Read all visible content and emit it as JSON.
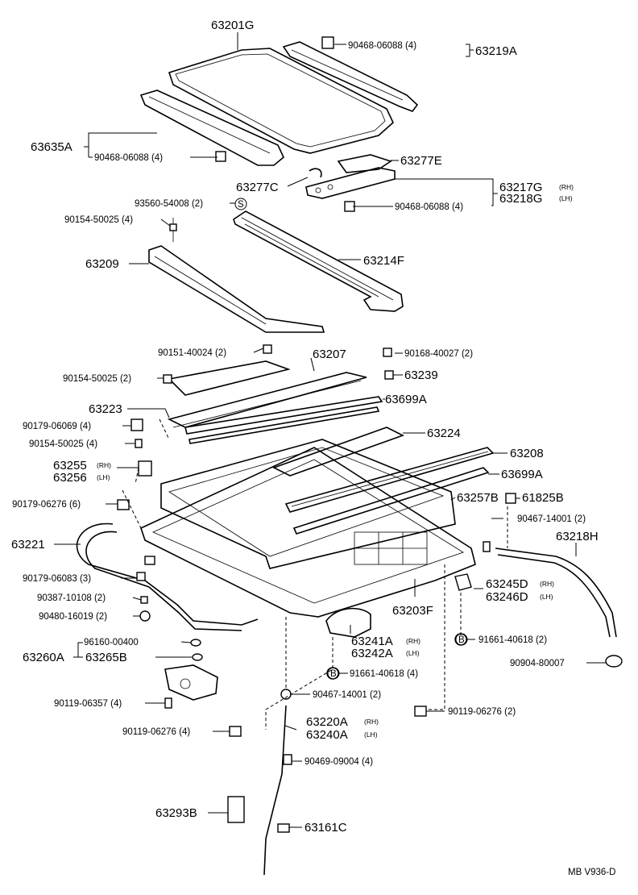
{
  "diagram_id": "MB V936-D",
  "parts": {
    "p63201G": "63201G",
    "p90468_a": "90468-06088 (4)",
    "p63219A": "63219A",
    "p63635A": "63635A",
    "p90468_b": "90468-06088 (4)",
    "p63277E": "63277E",
    "p63277C": "63277C",
    "p63217G": "63217G",
    "p63217G_side": "(RH)",
    "p63218G": "63218G",
    "p63218G_side": "(LH)",
    "p93560": "93560-54008 (2)",
    "s_mark": "S",
    "p90468_c": "90468-06088 (4)",
    "p90154_a": "90154-50025 (4)",
    "p63214F": "63214F",
    "p63209": "63209",
    "p90151": "90151-40024 (2)",
    "p63207": "63207",
    "p90168": "90168-40027 (2)",
    "p90154_b": "90154-50025 (2)",
    "p63239": "63239",
    "p63223": "63223",
    "p63699A_a": "63699A",
    "p90179_a": "90179-06069 (4)",
    "p63224": "63224",
    "p90154_c": "90154-50025 (4)",
    "p63208": "63208",
    "p63255": "63255",
    "p63255_side": "(RH)",
    "p63256": "63256",
    "p63256_side": "(LH)",
    "p63699A_b": "63699A",
    "p90179_b": "90179-06276 (6)",
    "p63257B": "63257B",
    "p61825B": "61825B",
    "p90467_a": "90467-14001 (2)",
    "p63221": "63221",
    "p63218H": "63218H",
    "p90179_c": "90179-06083 (3)",
    "p63245D": "63245D",
    "p63245D_side": "(RH)",
    "p63246D": "63246D",
    "p63246D_side": "(LH)",
    "p90387": "90387-10108 (2)",
    "p63203F": "63203F",
    "p90480": "90480-16019 (2)",
    "p96160": "96160-00400",
    "p63241A": "63241A",
    "p63241A_side": "(RH)",
    "p63242A": "63242A",
    "p63242A_side": "(LH)",
    "b_mark": "B",
    "p91661_a": "91661-40618 (2)",
    "p63260A": "63260A",
    "p63265B": "63265B",
    "p91661_b": "91661-40618 (4)",
    "p90904": "90904-80007",
    "p90467_b": "90467-14001 (2)",
    "p90119_a": "90119-06357 (4)",
    "p90119_b": "90119-06276 (2)",
    "p63220A": "63220A",
    "p63220A_side": "(RH)",
    "p63240A": "63240A",
    "p63240A_side": "(LH)",
    "p90119_c": "90119-06276 (4)",
    "p90469": "90469-09004 (4)",
    "p63293B": "63293B",
    "p63161C": "63161C"
  }
}
